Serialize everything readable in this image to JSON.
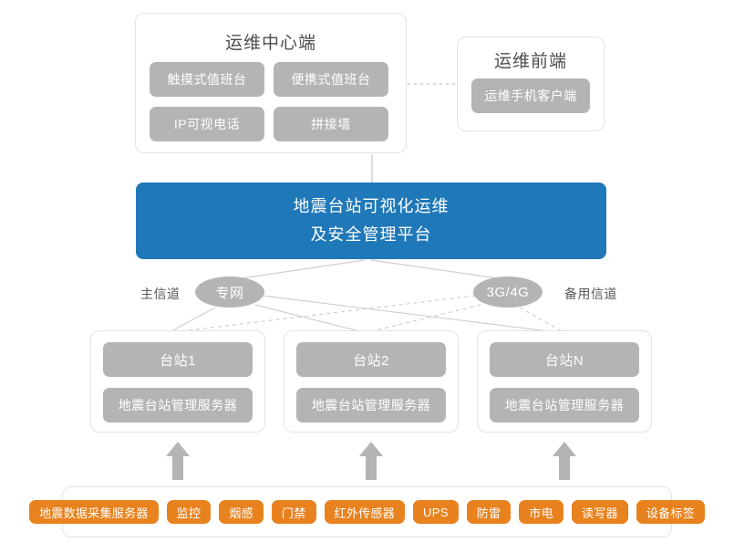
{
  "ops_center": {
    "title": "运维中心端",
    "chips": [
      {
        "name": "touch-console",
        "label": "触摸式值班台"
      },
      {
        "name": "portable-console",
        "label": "便携式值班台"
      },
      {
        "name": "ip-videophone",
        "label": "IP可视电话"
      },
      {
        "name": "video-wall",
        "label": "拼接墙"
      }
    ]
  },
  "ops_front": {
    "title": "运维前端",
    "chips": [
      {
        "name": "mobile-client",
        "label": "运维手机客户端"
      }
    ]
  },
  "platform": {
    "line1": "地震台站可视化运维",
    "line2": "及安全管理平台",
    "color": "#1f78b8"
  },
  "channels": [
    {
      "name": "private-net",
      "node": "专网",
      "label": "主信道",
      "link_style": "solid"
    },
    {
      "name": "mobile-net",
      "node": "3G/4G",
      "label": "备用信道",
      "link_style": "dashed"
    }
  ],
  "stations": [
    {
      "name": "台站1",
      "server": "地震台站管理服务器"
    },
    {
      "name": "台站2",
      "server": "地震台站管理服务器"
    },
    {
      "name": "台站N",
      "server": "地震台站管理服务器"
    }
  ],
  "devices": {
    "color": "#e8821e",
    "tags": [
      "地震数据采集服务器",
      "监控",
      "烟感",
      "门禁",
      "红外传感器",
      "UPS",
      "防雷",
      "市电",
      "读写器",
      "设备标签"
    ]
  },
  "colors": {
    "chip_gray": "#b4b4b4",
    "panel_border": "#e3e3e3",
    "wire": "#cfcfcf",
    "arrow": "#b4b4b4"
  }
}
